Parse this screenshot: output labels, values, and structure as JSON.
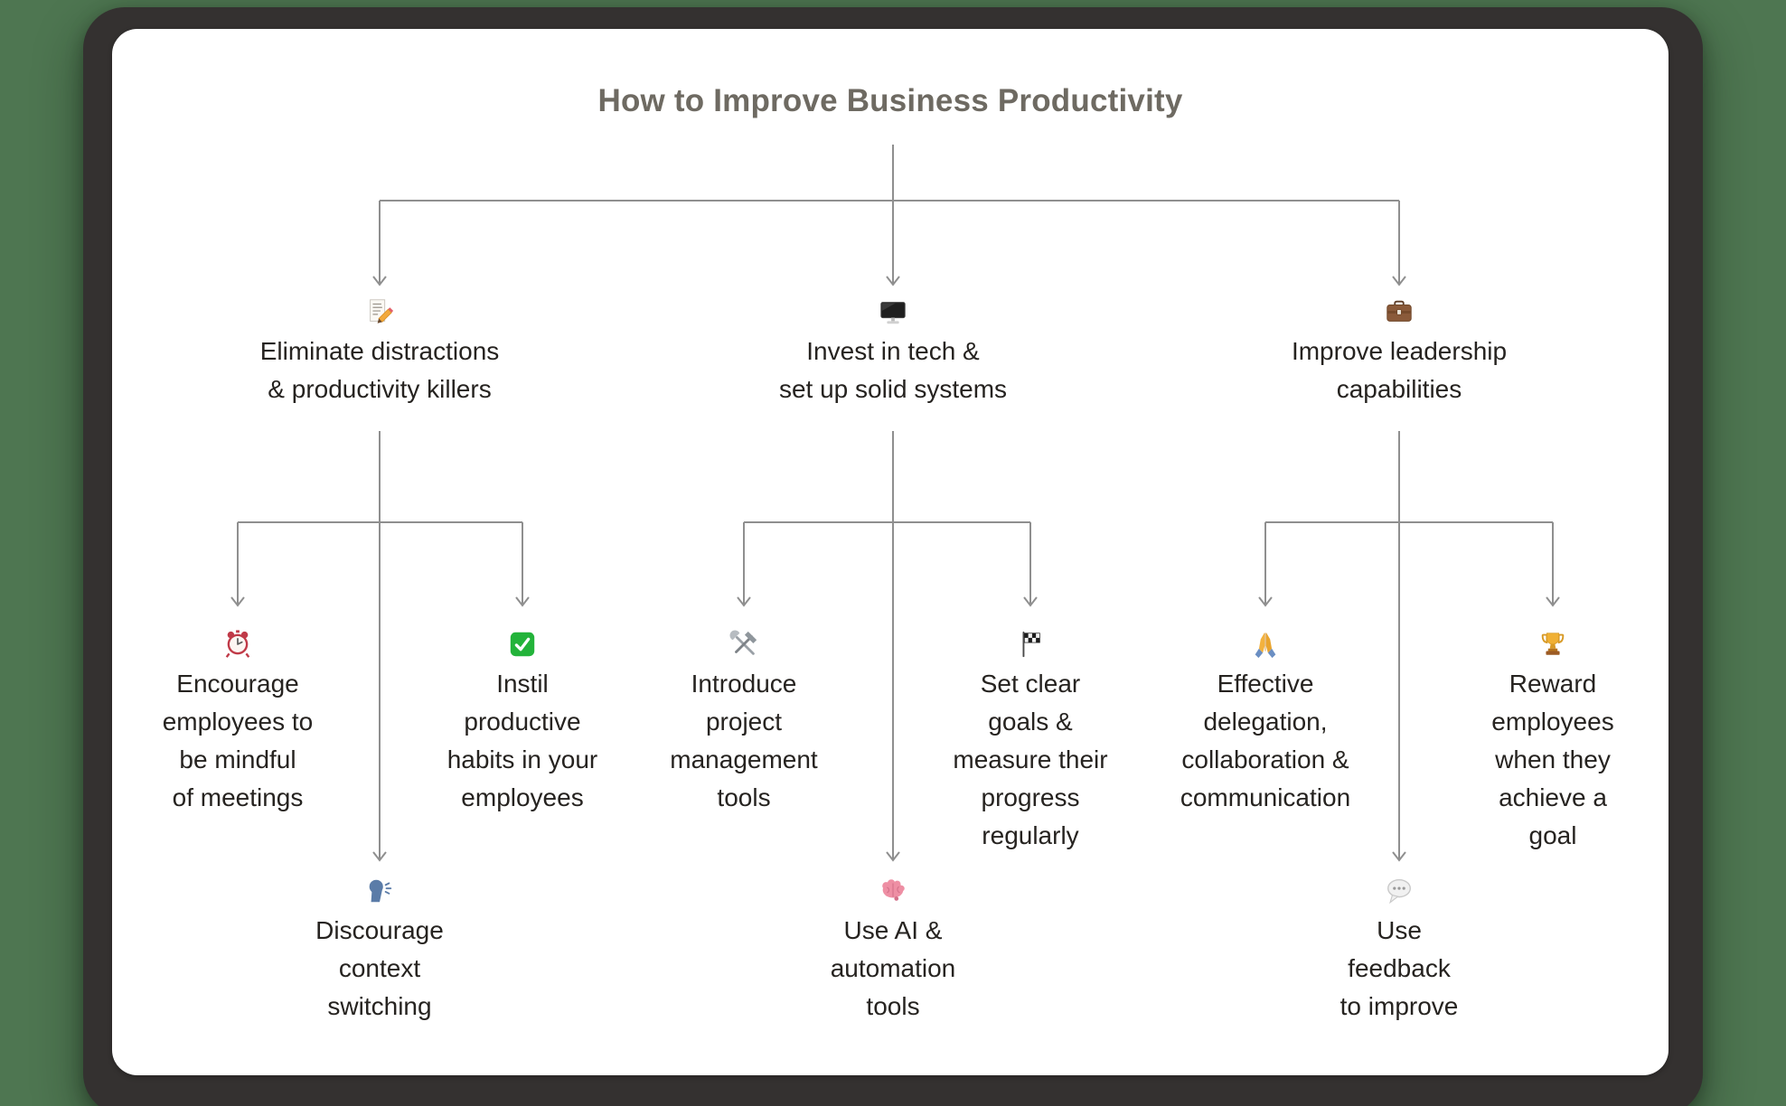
{
  "header": {
    "title": "How to Improve Business Productivity"
  },
  "tree": {
    "branches": [
      {
        "icon": "memo-icon",
        "label": "Eliminate distractions\n& productivity killers",
        "children": [
          {
            "icon": "alarm-clock-icon",
            "label": "Encourage\nemployees to\nbe mindful\nof meetings"
          },
          {
            "icon": "check-mark-icon",
            "label": "Instil\nproductive\nhabits in your\nemployees"
          },
          {
            "icon": "speaking-head-icon",
            "label": "Discourage\ncontext\nswitching"
          }
        ]
      },
      {
        "icon": "desktop-computer-icon",
        "label": "Invest in tech &\nset up solid systems",
        "children": [
          {
            "icon": "hammer-wrench-icon",
            "label": "Introduce\nproject\nmanagement\ntools"
          },
          {
            "icon": "checkered-flag-icon",
            "label": "Set clear\ngoals &\nmeasure their\nprogress\nregularly"
          },
          {
            "icon": "brain-icon",
            "label": "Use AI &\nautomation\ntools"
          }
        ]
      },
      {
        "icon": "briefcase-icon",
        "label": "Improve leadership\ncapabilities",
        "children": [
          {
            "icon": "folded-hands-icon",
            "label": "Effective\ndelegation,\ncollaboration &\ncommunication"
          },
          {
            "icon": "trophy-icon",
            "label": "Reward\nemployees\nwhen they\nachieve a\ngoal"
          },
          {
            "icon": "speech-balloon-icon",
            "label": "Use\nfeedback\nto improve"
          }
        ]
      }
    ]
  },
  "colors": {
    "background": "#4e7651",
    "frame": "#343130",
    "card": "#ffffff",
    "connector": "#8f8f8f",
    "title_text": "#6e6a62",
    "body_text": "#262320"
  }
}
